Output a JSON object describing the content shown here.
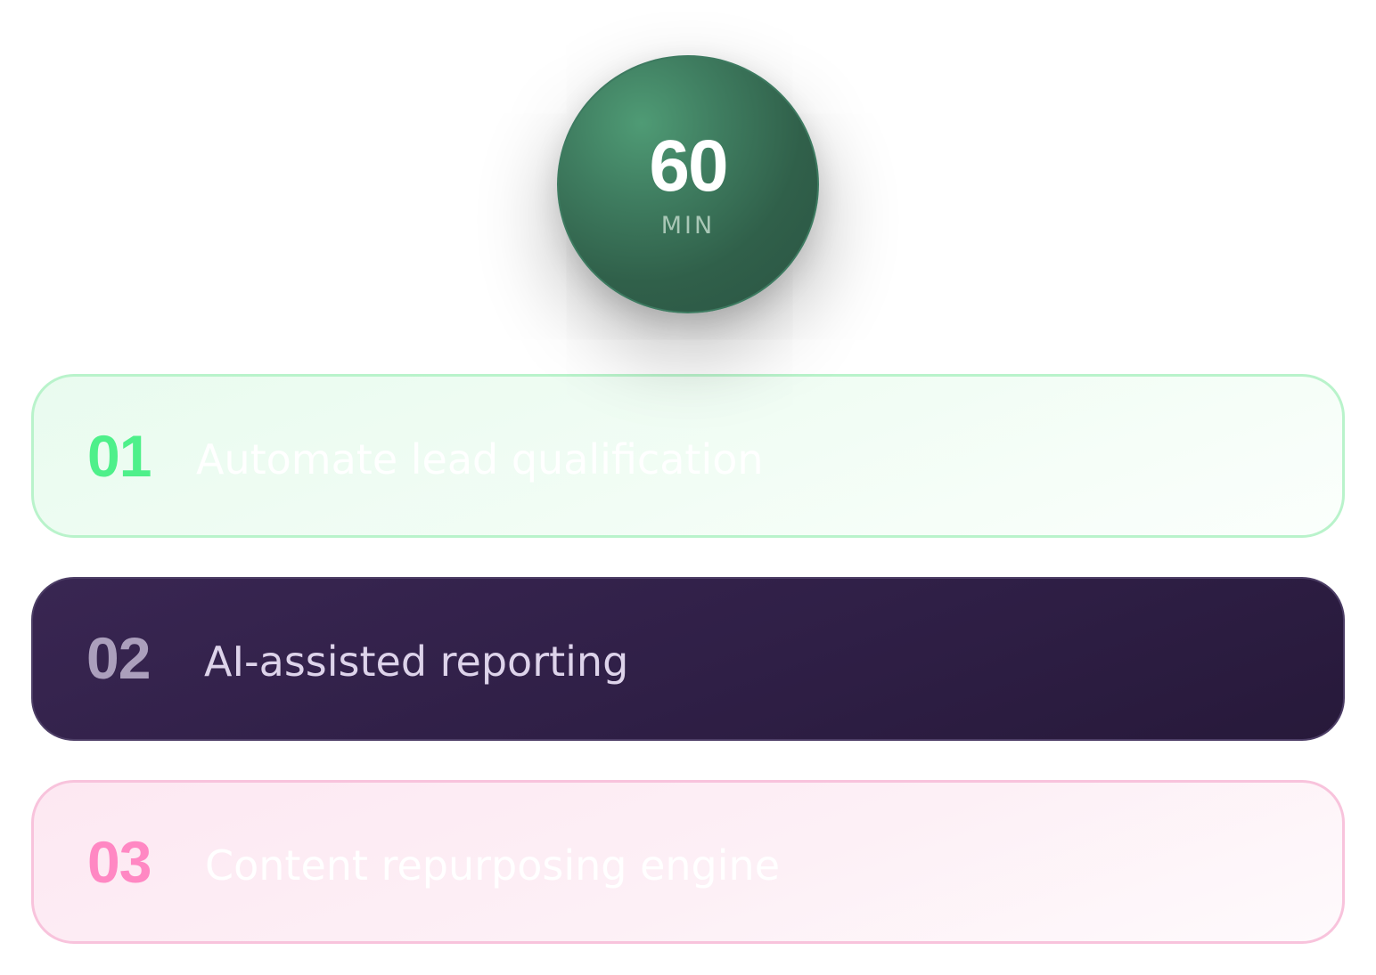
{
  "timer": {
    "value": "60",
    "unit": "MIN"
  },
  "items": [
    {
      "number": "01",
      "label": "Automate lead qualification",
      "accent": "#4ef08a"
    },
    {
      "number": "02",
      "label": "AI-assisted reporting",
      "accent": "#ab9fbc"
    },
    {
      "number": "03",
      "label": "Content repurposing engine",
      "accent": "#ff88c3"
    }
  ],
  "colors": {
    "timer_green": "#3f7d60",
    "active_card": "#2f1f46",
    "card_1_border": "#b9f3cb",
    "card_3_border": "#f8c3dc"
  }
}
